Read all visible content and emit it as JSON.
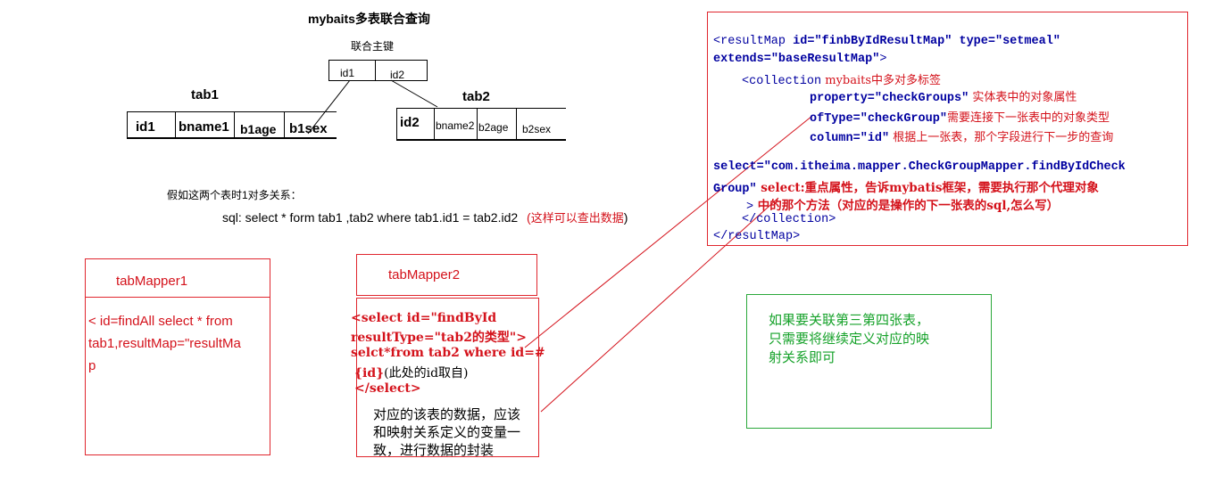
{
  "title": "mybaits多表联合查询",
  "composite_key_label": "联合主键",
  "key_table": {
    "cells": [
      "id1",
      "id2"
    ]
  },
  "tab1": {
    "name": "tab1",
    "cells": [
      "id1",
      "bname1",
      "b1age",
      "b1sex"
    ]
  },
  "tab2": {
    "name": "tab2",
    "cells": [
      "id2",
      "bname2",
      "b2age",
      "b2sex"
    ]
  },
  "relation_note": "假如这两个表时1对多关系：",
  "sql_line": "sql: select * form tab1 ,tab2 where tab1.id1 = tab2.id2",
  "sql_paren_open": "(",
  "sql_note": "这样可以查出数据",
  "sql_paren_close": ")",
  "tabMapper1": {
    "label": "tabMapper1",
    "body_lines": [
      "< id=findAll select * from",
      "tab1,resultMap=\"resultMa",
      "p"
    ]
  },
  "tabMapper2": {
    "label": "tabMapper2",
    "code": {
      "l1": "<select id=\"findById",
      "l2": "resultType=\"tab2的类型\">",
      "l3": "selct*from tab2 where id=#",
      "l4a": "{id}",
      "l4b": "(此处的id取自)",
      "l5": "</select>"
    },
    "note_lines": [
      "对应的该表的数据，应该",
      "和映射关系定义的变量一",
      "致，进行数据的封装"
    ]
  },
  "result_map": {
    "l1_tag": "<resultMap ",
    "l1_attr1": "id=",
    "l1_val1": "\"finbByIdResultMap\"",
    "l1_attr2": " type=",
    "l1_val2": "\"setmeal\"",
    "l2_attr": "extends=",
    "l2_val": "\"baseResultMap\"",
    "l2_end": ">",
    "l3_tag": "<collection",
    "l3_note": " mybaits中多对多标签",
    "l4_attr": "property=",
    "l4_val": "\"checkGroups\"",
    "l4_note": " 实体表中的对象属性",
    "l5_attr": "ofType=",
    "l5_val": "\"checkGroup\"",
    "l5_note": "需要连接下一张表中的对象类型",
    "l6_attr": "column=",
    "l6_val": "\"id\"",
    "l6_note": " 根据上一张表，那个字段进行下一步的查询",
    "l7_attr": "select=",
    "l7_val": "\"com.itheima.mapper.CheckGroupMapper.findByIdCheck",
    "l8_val": "Group\"",
    "l8_note": " select:重点属性，告诉mybatis框架，需要执行那个代理对象",
    "l9_end": ">",
    "l9_note": "  中的那个方法（对应的是操作的下一张表的sql,怎么写）",
    "l10": "</collection>",
    "l11": "</resultMap>"
  },
  "green_note_lines": [
    "如果要关联第三第四张表，",
    "只需要将继续定义对应的映",
    "射关系即可"
  ],
  "colors": {
    "red": "#d4121b",
    "blue": "#1a1aa6",
    "green": "#16a22a",
    "navy": "#0000a0"
  }
}
